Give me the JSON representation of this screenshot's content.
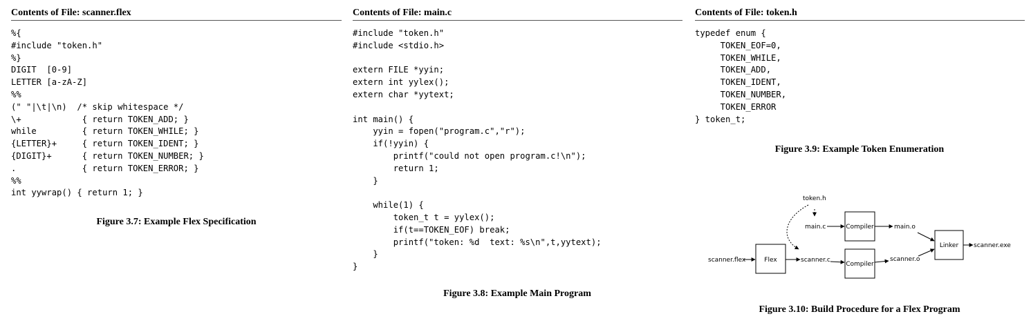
{
  "panels": [
    {
      "header": "Contents of File: scanner.flex",
      "code": "%{\n#include \"token.h\"\n%}\nDIGIT  [0-9]\nLETTER [a-zA-Z]\n%%\n(\" \"|\\t|\\n)  /* skip whitespace */\n\\+            { return TOKEN_ADD; }\nwhile         { return TOKEN_WHILE; }\n{LETTER}+     { return TOKEN_IDENT; }\n{DIGIT}+      { return TOKEN_NUMBER; }\n.             { return TOKEN_ERROR; }\n%%\nint yywrap() { return 1; }",
      "caption": "Figure 3.7: Example Flex Specification"
    },
    {
      "header": "Contents of File: main.c",
      "code": "#include \"token.h\"\n#include <stdio.h>\n\nextern FILE *yyin;\nextern int yylex();\nextern char *yytext;\n\nint main() {\n    yyin = fopen(\"program.c\",\"r\");\n    if(!yyin) {\n        printf(\"could not open program.c!\\n\");\n        return 1;\n    }\n\n    while(1) {\n        token_t t = yylex();\n        if(t==TOKEN_EOF) break;\n        printf(\"token: %d  text: %s\\n\",t,yytext);\n    }\n}",
      "caption": "Figure 3.8: Example Main Program"
    },
    {
      "header": "Contents of File: token.h",
      "code": "typedef enum {\n     TOKEN_EOF=0,\n     TOKEN_WHILE,\n     TOKEN_ADD,\n     TOKEN_IDENT,\n     TOKEN_NUMBER,\n     TOKEN_ERROR\n} token_t;",
      "caption": "Figure 3.9: Example Token Enumeration"
    }
  ],
  "diagram": {
    "labels": {
      "token_h": "token.h",
      "main_c": "main.c",
      "compiler_top": "Compiler",
      "main_o": "main.o",
      "linker": "Linker",
      "scanner_exe": "scanner.exe",
      "scanner_flex": "scanner.flex",
      "flex": "Flex",
      "scanner_c": "scanner.c",
      "compiler_bottom": "Compiler",
      "scanner_o": "scanner.o"
    },
    "caption": "Figure 3.10: Build Procedure for a Flex Program"
  }
}
